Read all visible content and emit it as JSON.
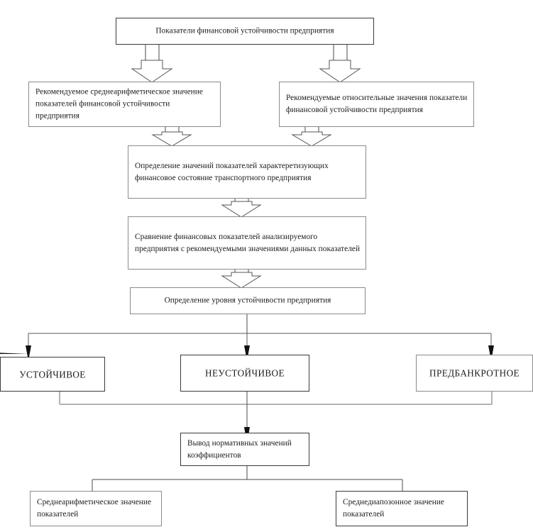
{
  "diagram": {
    "title_node": {
      "id": "indicators-root",
      "text": "Показатели финансовой устойчивости предприятия"
    },
    "nodes": [
      {
        "id": "recommended-arithmetic-mean",
        "text": "Рекомендуемое среднеарифметическое значение показателей финансовой устойчивости предприятия"
      },
      {
        "id": "recommended-relative-values",
        "text": "Рекомендуемые относительные значения показатели финансовой устойчивости предприятия"
      },
      {
        "id": "determine-indicator-values",
        "text": "Определение значений показателей характеретизующих финансовое состояние транспортного предприятия"
      },
      {
        "id": "compare-financial-indicators",
        "text": "Сравнение финансовых показателей анализируемого предприятия с рекомендуемыми значениями данных показателей"
      },
      {
        "id": "determine-stability-level",
        "text": "Определение уровня устойчивости предприятия"
      },
      {
        "id": "state-stable",
        "text": "УСТОЙЧИВОЕ"
      },
      {
        "id": "state-unstable",
        "text": "НЕУСТОЙЧИВОЕ"
      },
      {
        "id": "state-pre-bankrupt",
        "text": "ПРЕДБАНКРОТНОЕ"
      },
      {
        "id": "output-normative-values",
        "text": "Вывод нормативных значений коэффициентов"
      },
      {
        "id": "arithmetic-mean-value",
        "text": "Среднеарифметическое значение показателей"
      },
      {
        "id": "mid-range-value",
        "text": "Среднедиапозонное значение показателей"
      }
    ],
    "colors": {
      "box_border": "#3a3a3a",
      "soft_border": "#8b8b8b",
      "box_fill": "#ffffff",
      "text": "#1b1b1b",
      "connector": "#4a4a4a",
      "block_arrow_stroke": "#555555"
    }
  }
}
